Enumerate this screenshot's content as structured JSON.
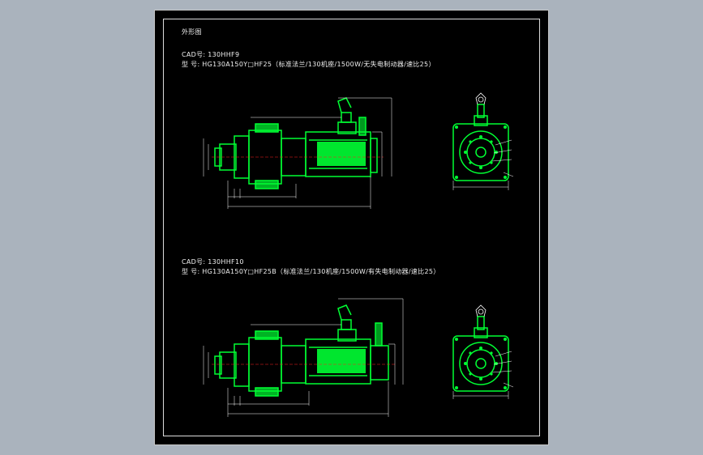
{
  "sheet_title": "外形图",
  "section1": {
    "cad_line": "CAD号: 130HHF9",
    "model_line": "型  号: HG130A150Y□HF25（标准法兰/130机座/1500W/无失电制动器/速比25）"
  },
  "section2": {
    "cad_line": "CAD号: 130HHF10",
    "model_line": "型  号: HG130A150Y□HF25B（标准法兰/130机座/1500W/有失电制动器/速比25）"
  },
  "colors": {
    "background": "#000000",
    "part_outline": "#00ff33",
    "dimension": "#ffffff",
    "centerline": "#ff2020",
    "outer_window": "#aab3bd"
  }
}
